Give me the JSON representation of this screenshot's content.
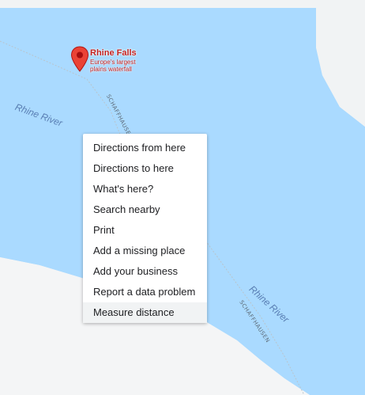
{
  "map": {
    "colors": {
      "water": "#aadaff",
      "land": "#f1f3f4",
      "road_dash": "#b9c4cc",
      "pin": "#ea4335",
      "pin_dark": "#a50e0e",
      "label_red": "#c5221f",
      "river_text": "#5a7fb4"
    },
    "poi": {
      "name": "Rhine Falls",
      "description": "Europe's largest plains waterfall",
      "icon": "map-pin-icon"
    },
    "river_labels": [
      "Rhine River",
      "Rhine River"
    ],
    "road_labels": [
      "SCHAFFHAUSEN, ZÜRICH",
      "SCHAFFHAUSEN"
    ]
  },
  "context_menu": {
    "items": [
      {
        "label": "Directions from here"
      },
      {
        "label": "Directions to here"
      },
      {
        "label": "What's here?"
      },
      {
        "label": "Search nearby"
      },
      {
        "label": "Print"
      },
      {
        "label": "Add a missing place"
      },
      {
        "label": "Add your business"
      },
      {
        "label": "Report a data problem"
      },
      {
        "label": "Measure distance",
        "hovered": true
      }
    ]
  }
}
